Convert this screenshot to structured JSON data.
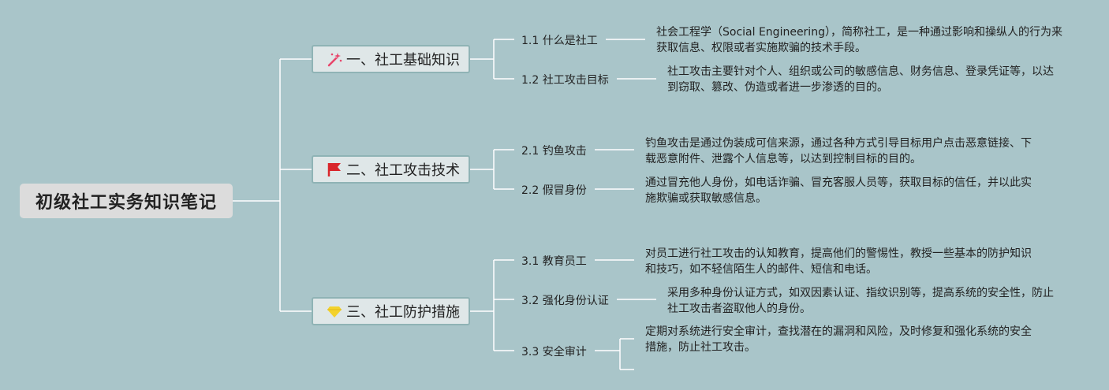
{
  "root": {
    "title": "初级社工实务知识笔记"
  },
  "branches": [
    {
      "label": "一、社工基础知识",
      "icon": "magic-wand-icon",
      "children": [
        {
          "label": "1.1 什么是社工",
          "desc": [
            "社会工程学（Social Engineering），简称社工，是一种通过影响和操纵人的行为来",
            "获取信息、权限或者实施欺骗的技术手段。"
          ]
        },
        {
          "label": "1.2 社工攻击目标",
          "desc": [
            "社工攻击主要针对个人、组织或公司的敏感信息、财务信息、登录凭证等，以达",
            "到窃取、篡改、伪造或者进一步渗透的目的。"
          ]
        }
      ]
    },
    {
      "label": "二、社工攻击技术",
      "icon": "red-flag-icon",
      "children": [
        {
          "label": "2.1 钓鱼攻击",
          "desc": [
            "钓鱼攻击是通过伪装成可信来源，通过各种方式引导目标用户点击恶意链接、下",
            "载恶意附件、泄露个人信息等，以达到控制目标的目的。"
          ]
        },
        {
          "label": "2.2 假冒身份",
          "desc": [
            "通过冒充他人身份，如电话诈骗、冒充客服人员等，获取目标的信任，并以此实",
            "施欺骗或获取敏感信息。"
          ]
        }
      ]
    },
    {
      "label": "三、社工防护措施",
      "icon": "diamond-icon",
      "children": [
        {
          "label": "3.1 教育员工",
          "desc": [
            "对员工进行社工攻击的认知教育，提高他们的警惕性，教授一些基本的防护知识",
            "和技巧，如不轻信陌生人的邮件、短信和电话。"
          ]
        },
        {
          "label": "3.2 强化身份认证",
          "desc": [
            "采用多种身份认证方式，如双因素认证、指纹识别等，提高系统的安全性，防止",
            "社工攻击者盗取他人的身份。"
          ]
        },
        {
          "label": "3.3 安全审计",
          "desc": [
            "定期对系统进行安全审计，查找潜在的漏洞和风险，及时修复和强化系统的安全",
            "措施，防止社工攻击。"
          ]
        }
      ]
    }
  ],
  "colors": {
    "background": "#a9c5c9",
    "connector": "#ffffff",
    "root_fill": "#dcdcdc",
    "branch_fill": "#dfe7e8",
    "branch_border": "#8fb3b5"
  }
}
